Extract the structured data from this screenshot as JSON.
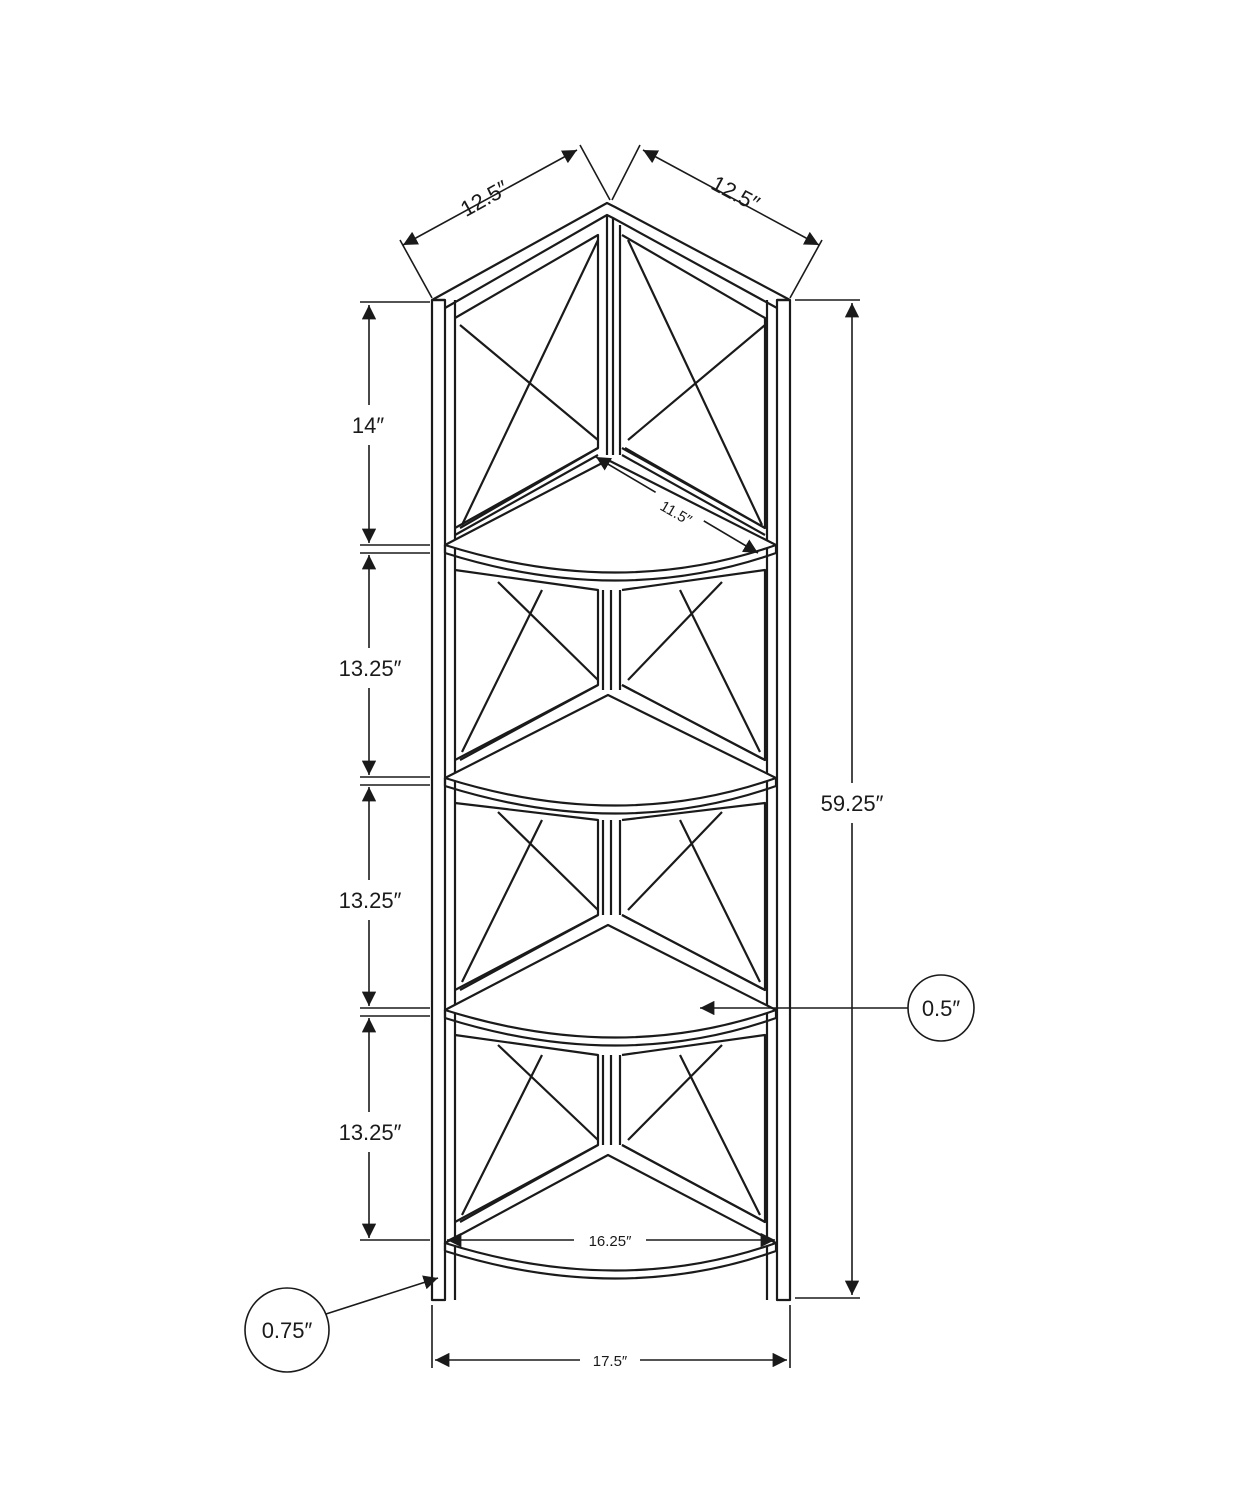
{
  "dimensions": {
    "left_depth": "12.5″",
    "right_depth": "12.5″",
    "top_section_height": "14″",
    "section_2_height": "13.25″",
    "section_3_height": "13.25″",
    "section_4_height": "13.25″",
    "total_height": "59.25″",
    "shelf_depth": "11.5″",
    "shelf_thickness": "0.5″",
    "bottom_shelf_width": "16.25″",
    "leg_width": "0.75″",
    "overall_width": "17.5″"
  },
  "colors": {
    "line": "#1a1a1a",
    "background": "#ffffff"
  }
}
